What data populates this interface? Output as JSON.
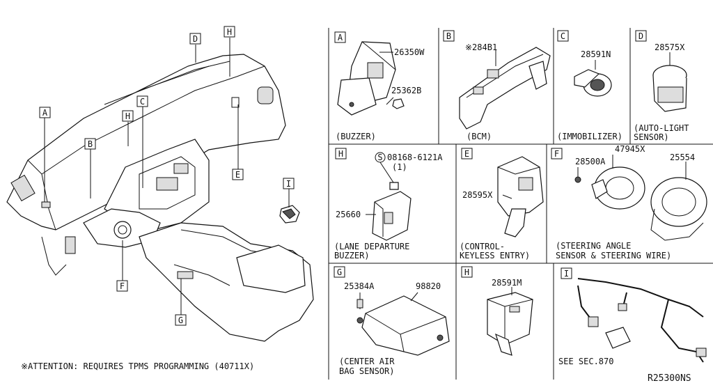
{
  "overview": {
    "callouts": [
      "A",
      "B",
      "C",
      "D",
      "E",
      "F",
      "G",
      "H",
      "H",
      "I"
    ],
    "attention_note": "※ATTENTION: REQUIRES TPMS PROGRAMMING (40711X)"
  },
  "panels": {
    "A": {
      "letter": "A",
      "parts": [
        "26350W",
        "25362B"
      ],
      "caption": "(BUZZER)"
    },
    "B": {
      "letter": "B",
      "parts": [
        "※284B1"
      ],
      "caption": "(BCM)"
    },
    "C": {
      "letter": "C",
      "parts": [
        "28591N"
      ],
      "caption": "(IMMOBILIZER)"
    },
    "D": {
      "letter": "D",
      "parts": [
        "28575X"
      ],
      "caption_lines": [
        "(AUTO-LIGHT",
        "SENSOR)"
      ]
    },
    "H1": {
      "letter": "H",
      "bolt_symbol": "S",
      "bolt_part": "08168-6121A",
      "bolt_qty": "(1)",
      "parts": [
        "25660"
      ],
      "caption_lines": [
        "(LANE DEPARTURE",
        "BUZZER)"
      ]
    },
    "E": {
      "letter": "E",
      "parts": [
        "28595X"
      ],
      "caption_lines": [
        "(CONTROL-",
        "KEYLESS ENTRY)"
      ]
    },
    "F": {
      "letter": "F",
      "parts": [
        "47945X",
        "28500A",
        "25554"
      ],
      "caption_lines": [
        "(STEERING ANGLE",
        "SENSOR & STEERING WIRE)"
      ]
    },
    "G": {
      "letter": "G",
      "parts": [
        "25384A",
        "98820"
      ],
      "caption_lines": [
        "(CENTER AIR",
        "BAG SENSOR)"
      ]
    },
    "H2": {
      "letter": "H",
      "parts": [
        "28591M"
      ]
    },
    "I": {
      "letter": "I",
      "note": "SEE SEC.870"
    }
  },
  "diagram_code": "R25300NS"
}
